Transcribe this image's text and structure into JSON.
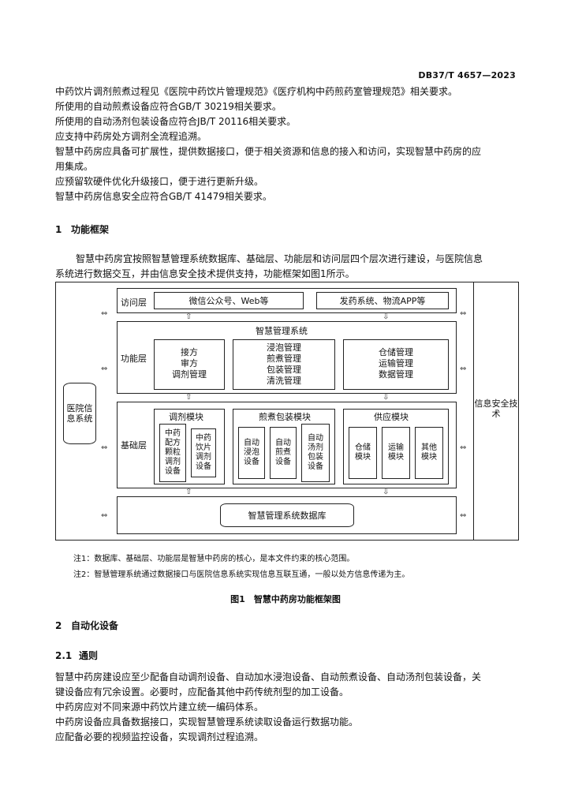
{
  "header": {
    "doc_code": "DB37/T 4657—2023"
  },
  "paragraphs_top": [
    "中药饮片调剂煎煮过程见《医院中药饮片管理规范》《医疗机构中药煎药室管理规范》相关要求。",
    "所使用的自动煎煮设备应符合GB/T 30219相关要求。",
    "所使用的自动汤剂包装设备应符合JB/T 20116相关要求。",
    "应支持中药房处方调剂全流程追溯。",
    "智慧中药房应具备可扩展性，提供数据接口，便于相关资源和信息的接入和访问，实现智慧中药房的应",
    "用集成。",
    "应预留软硬件优化升级接口，便于进行更新升级。",
    "智慧中药房信息安全应符合GB/T 41479相关要求。"
  ],
  "section1": {
    "num": "1",
    "title": "功能框架"
  },
  "section1_body": [
    "智慧中药房宜按照智慧管理系统数据库、基础层、功能层和访问层四个层次进行建设，与医院信息",
    "系统进行数据交互，并由信息安全技术提供支持，功能框架如图1所示。"
  ],
  "diagram": {
    "left_db": "医院信息系统",
    "right_box": "信息安全技术",
    "access_layer": {
      "label": "访问层",
      "left": "微信公众号、Web等",
      "right": "发药系统、物流APP等"
    },
    "function_layer": {
      "label": "功能层",
      "title": "智慧管理系统",
      "col1": [
        "接方",
        "审方",
        "调剂管理"
      ],
      "col2": [
        "浸泡管理",
        "煎煮管理",
        "包装管理",
        "清洗管理"
      ],
      "col3": [
        "仓储管理",
        "运输管理",
        "数据管理"
      ]
    },
    "base_layer": {
      "label": "基础层",
      "modules": [
        {
          "title": "调剂模块",
          "items": [
            "中药配方颗粒调剂设备",
            "中药饮片调剂设备"
          ]
        },
        {
          "title": "煎煮包装模块",
          "items": [
            "自动浸泡设备",
            "自动煎煮设备",
            "自动汤剂包装设备"
          ]
        },
        {
          "title": "供应模块",
          "items": [
            "仓储模块",
            "运输模块",
            "其他模块"
          ]
        }
      ]
    },
    "db": "智慧管理系统数据库"
  },
  "notes": [
    "注1：数据库、基础层、功能层是智慧中药房的核心，是本文件约束的核心范围。",
    "注2：智慧管理系统通过数据接口与医院信息系统实现信息互联互通，一般以处方信息传递为主。"
  ],
  "figure_caption": "图1　智慧中药房功能框架图",
  "section2": {
    "num": "2",
    "title": "自动化设备"
  },
  "section21": {
    "num": "2.1",
    "title": "通则"
  },
  "paragraphs_bottom": [
    "智慧中药房建设应至少配备自动调剂设备、自动加水浸泡设备、自动煎煮设备、自动汤剂包装设备，关",
    "键设备应有冗余设置。必要时，应配备其他中药传统剂型的加工设备。",
    "中药房应对不同来源中药饮片建立统一编码体系。",
    "中药房设备应具备数据接口，实现智慧管理系统读取设备运行数据功能。",
    "应配备必要的视频监控设备，实现调剂过程追溯。"
  ]
}
